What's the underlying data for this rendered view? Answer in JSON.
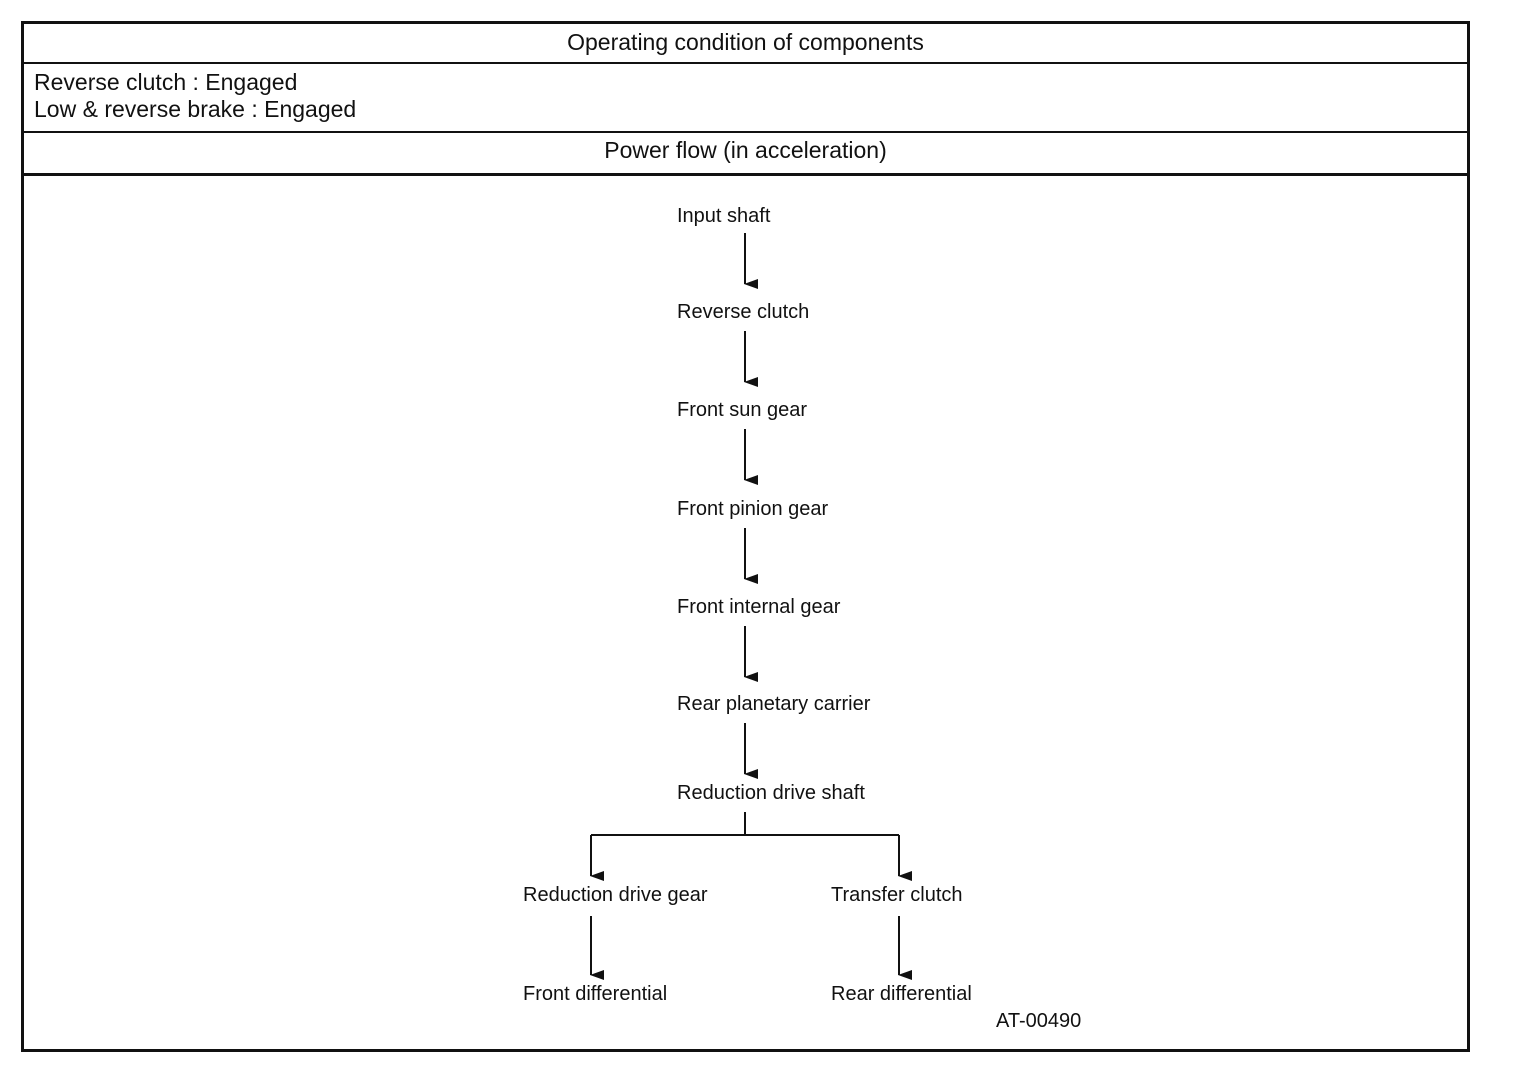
{
  "header": {
    "components_title": "Operating condition of components",
    "power_flow_title": "Power flow (in acceleration)"
  },
  "conditions": [
    "Reverse clutch : Engaged",
    "Low & reverse brake : Engaged"
  ],
  "flow": {
    "nodes": {
      "input_shaft": "Input shaft",
      "reverse_clutch": "Reverse clutch",
      "front_sun_gear": "Front sun gear",
      "front_pinion_gear": "Front pinion gear",
      "front_internal_gear": "Front internal gear",
      "rear_planetary_carrier": "Rear planetary carrier",
      "reduction_drive_shaft": "Reduction drive shaft",
      "reduction_drive_gear": "Reduction drive gear",
      "transfer_clutch": "Transfer clutch",
      "front_differential": "Front differential",
      "rear_differential": "Rear differential"
    },
    "edges": [
      [
        "input_shaft",
        "reverse_clutch"
      ],
      [
        "reverse_clutch",
        "front_sun_gear"
      ],
      [
        "front_sun_gear",
        "front_pinion_gear"
      ],
      [
        "front_pinion_gear",
        "front_internal_gear"
      ],
      [
        "front_internal_gear",
        "rear_planetary_carrier"
      ],
      [
        "rear_planetary_carrier",
        "reduction_drive_shaft"
      ],
      [
        "reduction_drive_shaft",
        "reduction_drive_gear"
      ],
      [
        "reduction_drive_shaft",
        "transfer_clutch"
      ],
      [
        "reduction_drive_gear",
        "front_differential"
      ],
      [
        "transfer_clutch",
        "rear_differential"
      ]
    ]
  },
  "figure_code": "AT-00490",
  "colors": {
    "line": "#111111",
    "background": "#ffffff"
  }
}
